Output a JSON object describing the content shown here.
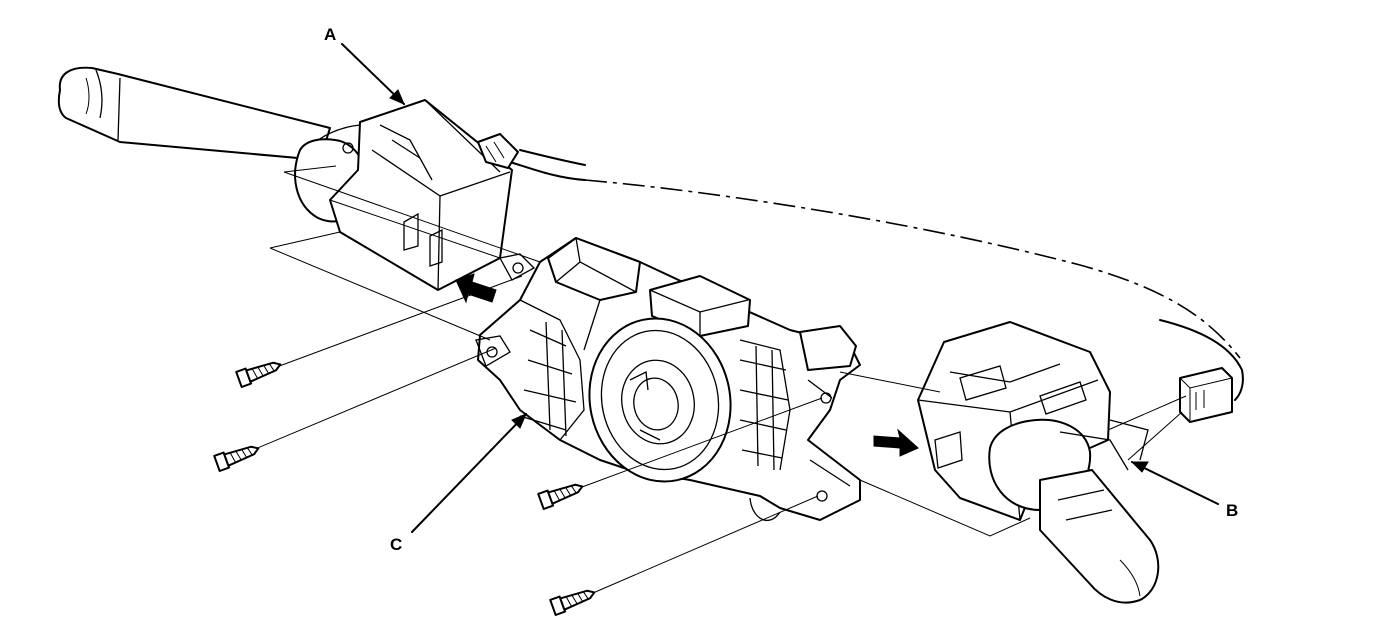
{
  "callouts": {
    "a": "A",
    "b": "B",
    "c": "C"
  },
  "arrows": {
    "left_direction": "pull-left",
    "right_direction": "pull-right"
  },
  "screws": [
    {
      "name": "screw-1"
    },
    {
      "name": "screw-2"
    },
    {
      "name": "screw-3"
    },
    {
      "name": "screw-4"
    }
  ]
}
